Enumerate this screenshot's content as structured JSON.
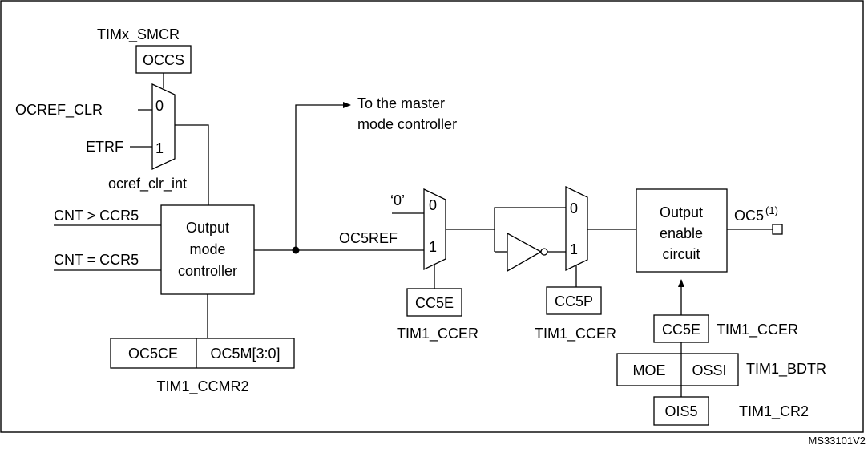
{
  "figure_id": "MS33101V2",
  "smcr": {
    "reg": "TIMx_SMCR",
    "bit": "OCCS"
  },
  "inputs": {
    "ocref_clr": "OCREF_CLR",
    "etrf": "ETRF",
    "ocref_clr_int": "ocref_clr_int",
    "cnt_gt": "CNT > CCR5",
    "cnt_eq": "CNT = CCR5"
  },
  "mux": {
    "in0": "0",
    "in1": "1",
    "const_zero": "‘0’"
  },
  "controller": {
    "lines": [
      "Output",
      "mode",
      "controller"
    ]
  },
  "master_text": [
    "To the master",
    "mode controller"
  ],
  "oc5ref": "OC5REF",
  "ccmr2": {
    "ce": "OC5CE",
    "m": "OC5M[3:0]",
    "reg": "TIM1_CCMR2"
  },
  "cc5e_mux": {
    "bit": "CC5E",
    "reg": "TIM1_CCER"
  },
  "cc5p_mux": {
    "bit": "CC5P",
    "reg": "TIM1_CCER"
  },
  "enable": {
    "lines": [
      "Output",
      "enable",
      "circuit"
    ]
  },
  "output": {
    "name": "OC5",
    "note": "(1)"
  },
  "cc5e_en": {
    "bit": "CC5E",
    "reg": "TIM1_CCER"
  },
  "bdtr": {
    "moe": "MOE",
    "ossi": "OSSI",
    "reg": "TIM1_BDTR"
  },
  "cr2": {
    "bit": "OIS5",
    "reg": "TIM1_CR2"
  }
}
